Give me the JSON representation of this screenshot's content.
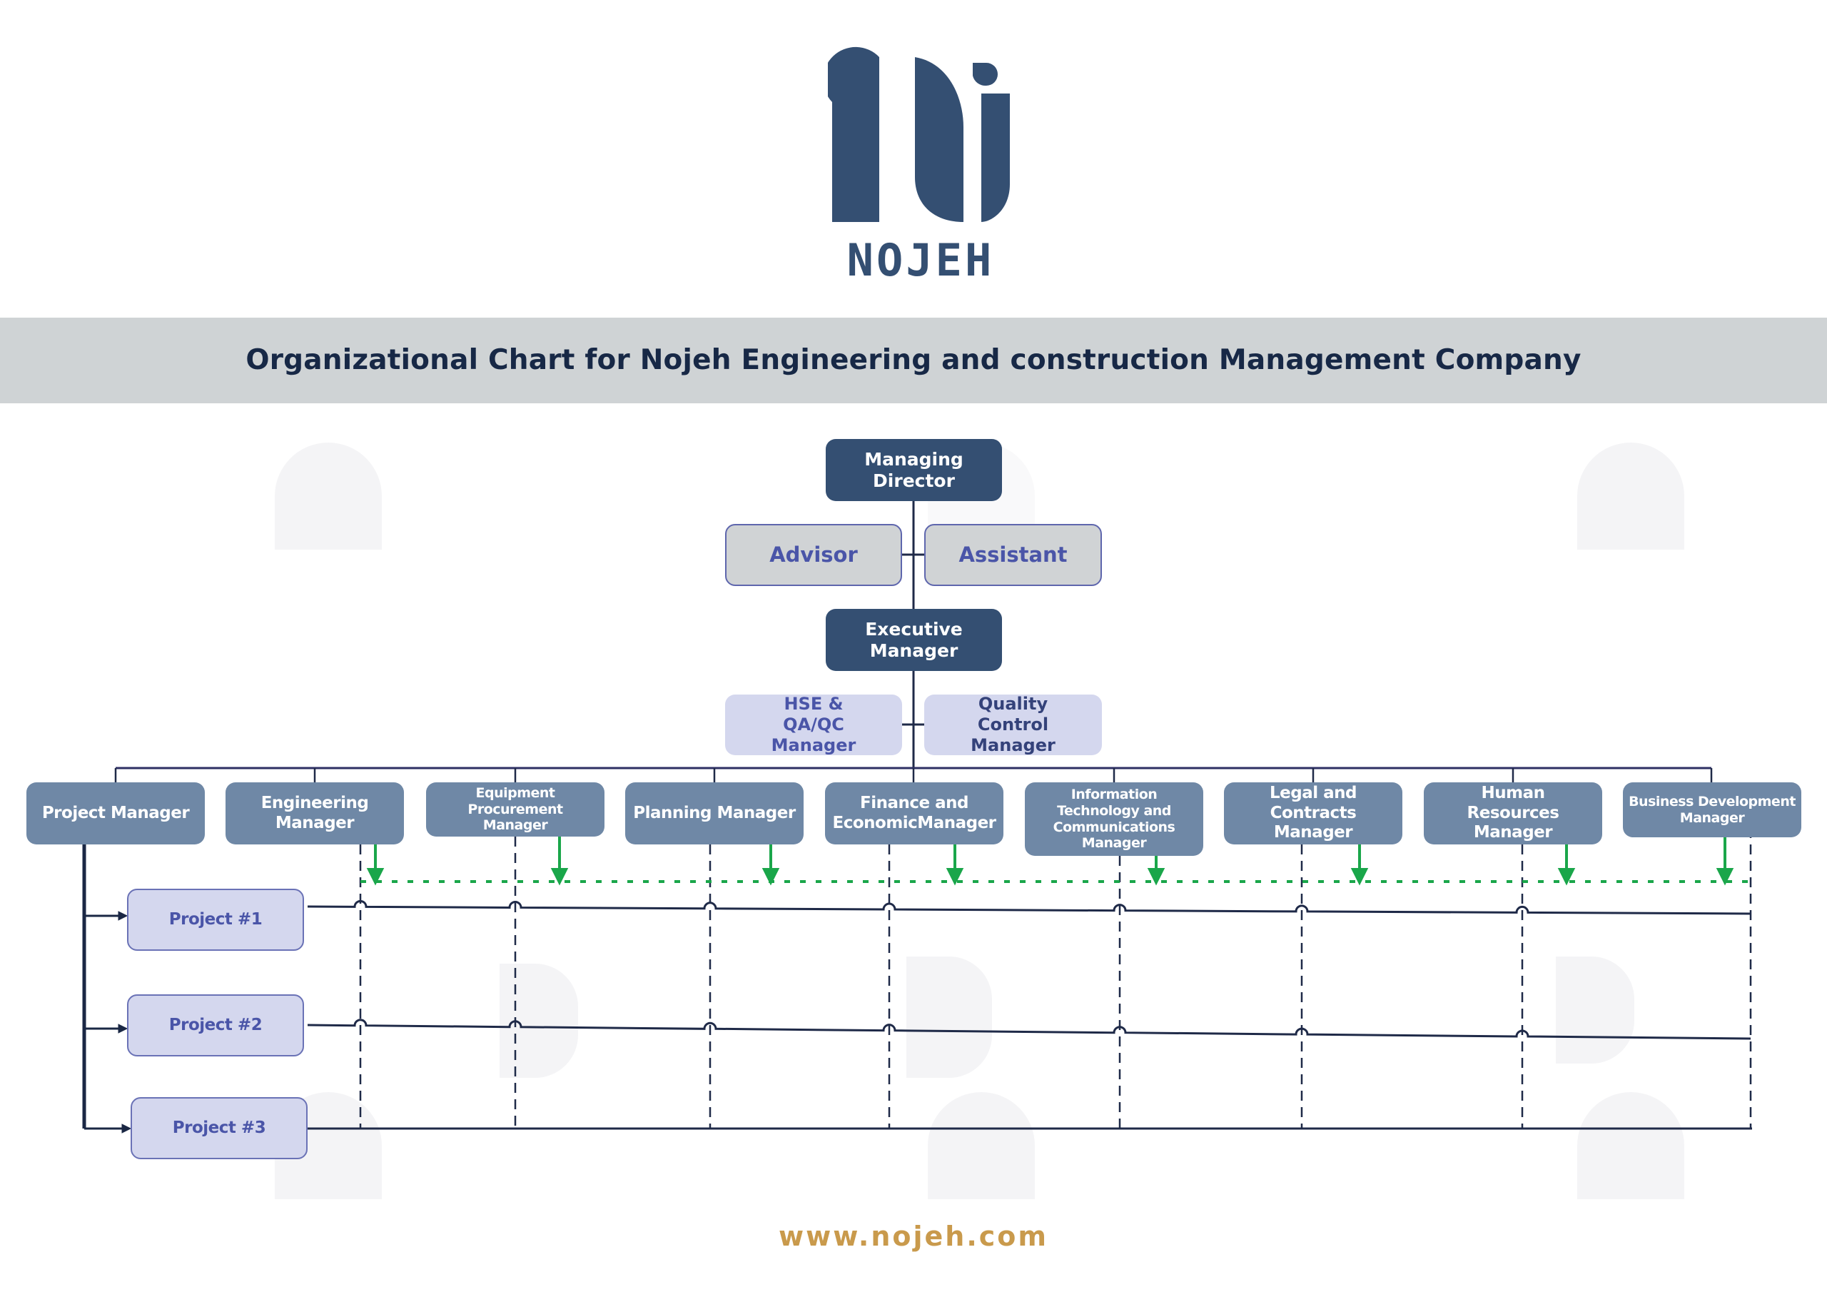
{
  "brand": {
    "logo_wordmark": "NOJEH",
    "logo_color": "#344f72",
    "url": "www.nojeh.com",
    "url_color": "#c99a4c"
  },
  "header": {
    "title": "Organizational Chart for Nojeh Engineering and construction Management Company"
  },
  "chart": {
    "top": {
      "managing_director": "Managing Director",
      "advisor": "Advisor",
      "assistant": "Assistant",
      "executive_manager": "Executive Manager",
      "hse_manager": "HSE & QA/QC Manager",
      "qc_manager": "Quality Control Manager"
    },
    "managers": [
      {
        "label": "Project Manager"
      },
      {
        "label": "Engineering Manager"
      },
      {
        "label": "Equipment Procurement Manager"
      },
      {
        "label": "Planning Manager"
      },
      {
        "label": "Finance and EconomicManager"
      },
      {
        "label": "Information Technology and Communications Manager"
      },
      {
        "label": "Legal and Contracts Manager"
      },
      {
        "label": "Human Resources Manager"
      },
      {
        "label": "Business Development Manager"
      }
    ],
    "projects": [
      {
        "label": "Project #1"
      },
      {
        "label": "Project #2"
      },
      {
        "label": "Project #3"
      }
    ],
    "colors": {
      "primary_dark": "#344f72",
      "manager_fill": "#6f88a6",
      "support_fill": "#d0d3d5",
      "lavender_fill": "#d4d7ee",
      "accent_text": "#4a55a8",
      "green_connector": "#1aa64a",
      "line": "#1f2a48"
    }
  }
}
